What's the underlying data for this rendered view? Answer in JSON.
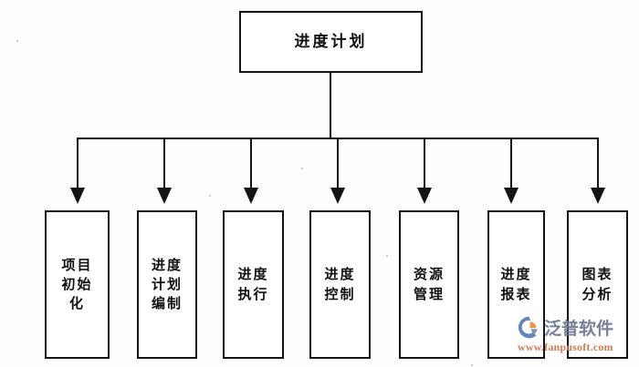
{
  "diagram": {
    "type": "tree-hierarchy",
    "root": {
      "id": "schedule-plan",
      "label": "进度计划"
    },
    "children": [
      {
        "id": "project-initialization",
        "label": "项目\n初始\n化"
      },
      {
        "id": "schedule-plan-preparation",
        "label": "进度\n计划\n编制"
      },
      {
        "id": "schedule-execution",
        "label": "进度\n执行"
      },
      {
        "id": "schedule-control",
        "label": "进度\n控制"
      },
      {
        "id": "resource-management",
        "label": "资源\n管理"
      },
      {
        "id": "schedule-report",
        "label": "进度\n报表"
      },
      {
        "id": "chart-analysis",
        "label": "图表\n分析"
      }
    ],
    "colors": {
      "line": "#141414",
      "box_fill": "#ffffff",
      "background": "#fefefe"
    }
  },
  "watermark": {
    "brand": "泛普软件",
    "url": "www.fanpusoft.com",
    "brand_color": "#6f7b92",
    "url_color": "#d4734a"
  }
}
